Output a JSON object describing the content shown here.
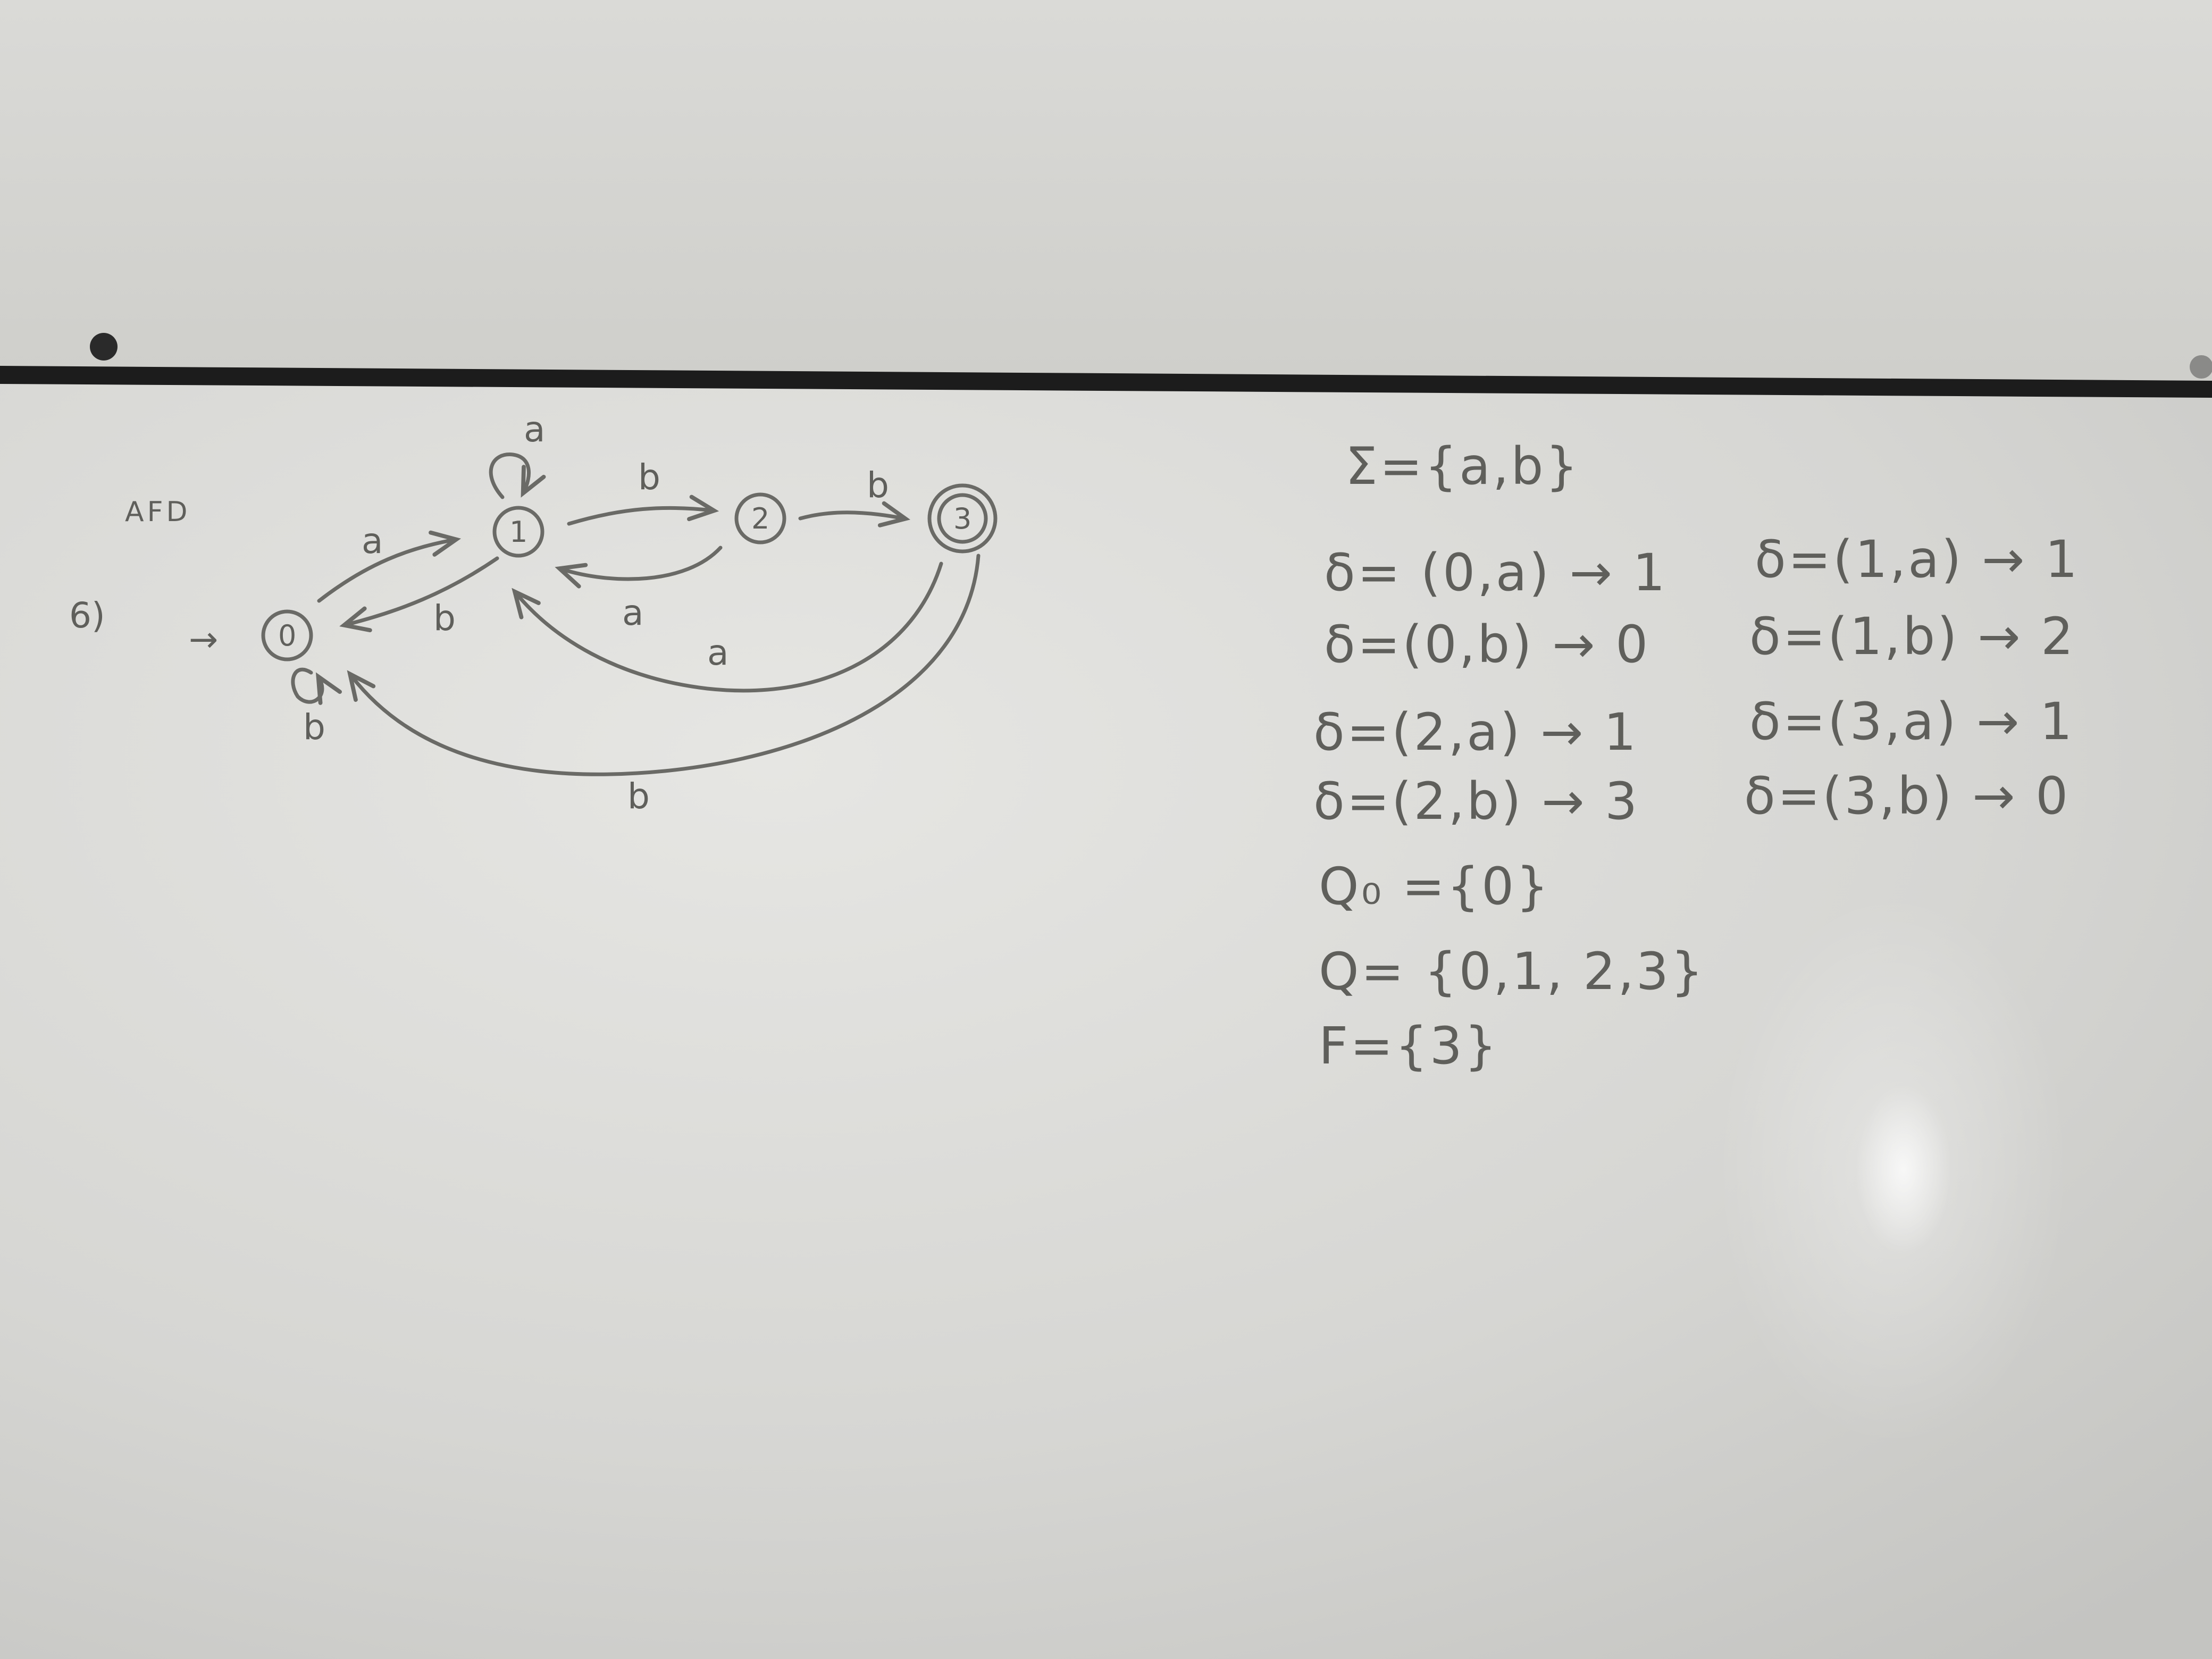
{
  "whiteboard": {
    "exercise_number": "6)",
    "automaton_type": "AFD",
    "diagram": {
      "states": [
        {
          "id": "0",
          "initial": true,
          "final": false
        },
        {
          "id": "1",
          "initial": false,
          "final": false
        },
        {
          "id": "2",
          "initial": false,
          "final": false
        },
        {
          "id": "3",
          "initial": false,
          "final": true
        }
      ],
      "initial_arrow": "→",
      "transitions": [
        {
          "from": "0",
          "to": "0",
          "label": "b"
        },
        {
          "from": "0",
          "to": "1",
          "label": "a"
        },
        {
          "from": "1",
          "to": "1",
          "label": "a"
        },
        {
          "from": "1",
          "to": "0",
          "label": "b"
        },
        {
          "from": "1",
          "to": "2",
          "label": "b"
        },
        {
          "from": "2",
          "to": "1",
          "label": "a"
        },
        {
          "from": "2",
          "to": "3",
          "label": "b"
        },
        {
          "from": "3",
          "to": "1",
          "label": "a"
        },
        {
          "from": "3",
          "to": "0",
          "label": "b"
        }
      ]
    },
    "definitions": {
      "alphabet": "Σ={a,b}",
      "delta_left": [
        "δ= (0,a) → 1",
        "δ=(0,b) → 0",
        "δ=(2,a) → 1",
        "δ=(2,b) → 3"
      ],
      "delta_right": [
        "δ=(1,a) → 1",
        "δ=(1,b) → 2",
        "δ=(3,a) → 1",
        "δ=(3,b) → 0"
      ],
      "initial_state": "Q₀ ={0}",
      "states_set": "Q= {0,1, 2,3}",
      "final_states": "F={3}"
    }
  }
}
